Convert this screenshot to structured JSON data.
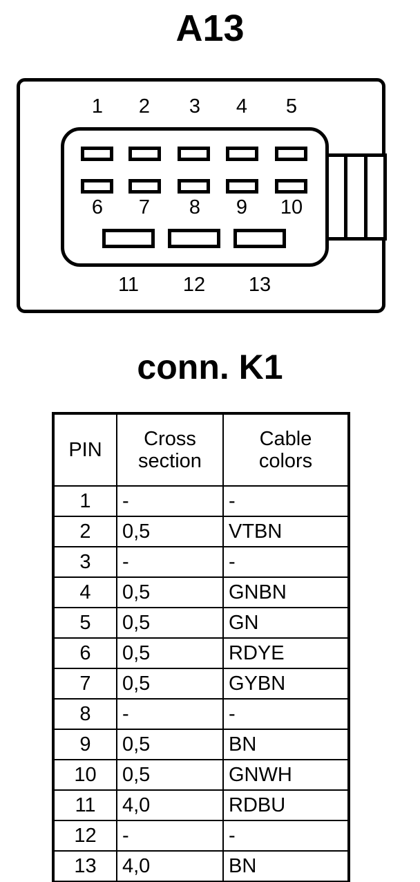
{
  "diagram": {
    "title": "A13",
    "subtitle": "conn. K1",
    "connector": {
      "name": "connector-body",
      "pin_labels_top": [
        "1",
        "2",
        "3",
        "4",
        "5"
      ],
      "pin_labels_middle": [
        "6",
        "7",
        "8",
        "9",
        "10"
      ],
      "pin_labels_bottom": [
        "11",
        "12",
        "13"
      ],
      "side_tab_cells": 3
    }
  },
  "table": {
    "headers": [
      "PIN",
      "Cross section",
      "Cable colors"
    ],
    "header_pin": "PIN",
    "header_cross_line1": "Cross",
    "header_cross_line2": "section",
    "header_colors_line1": "Cable",
    "header_colors_line2": "colors",
    "rows": [
      {
        "pin": "1",
        "cross_section": "-",
        "cable_colors": "-"
      },
      {
        "pin": "2",
        "cross_section": "0,5",
        "cable_colors": "VTBN"
      },
      {
        "pin": "3",
        "cross_section": "-",
        "cable_colors": "-"
      },
      {
        "pin": "4",
        "cross_section": "0,5",
        "cable_colors": "GNBN"
      },
      {
        "pin": "5",
        "cross_section": "0,5",
        "cable_colors": "GN"
      },
      {
        "pin": "6",
        "cross_section": "0,5",
        "cable_colors": "RDYE"
      },
      {
        "pin": "7",
        "cross_section": "0,5",
        "cable_colors": "GYBN"
      },
      {
        "pin": "8",
        "cross_section": "-",
        "cable_colors": "-"
      },
      {
        "pin": "9",
        "cross_section": "0,5",
        "cable_colors": "BN"
      },
      {
        "pin": "10",
        "cross_section": "0,5",
        "cable_colors": "GNWH"
      },
      {
        "pin": "11",
        "cross_section": "4,0",
        "cable_colors": "RDBU"
      },
      {
        "pin": "12",
        "cross_section": "-",
        "cable_colors": "-"
      },
      {
        "pin": "13",
        "cross_section": "4,0",
        "cable_colors": "BN"
      }
    ]
  },
  "colors": {
    "ink": "#000000",
    "paper": "#ffffff"
  }
}
